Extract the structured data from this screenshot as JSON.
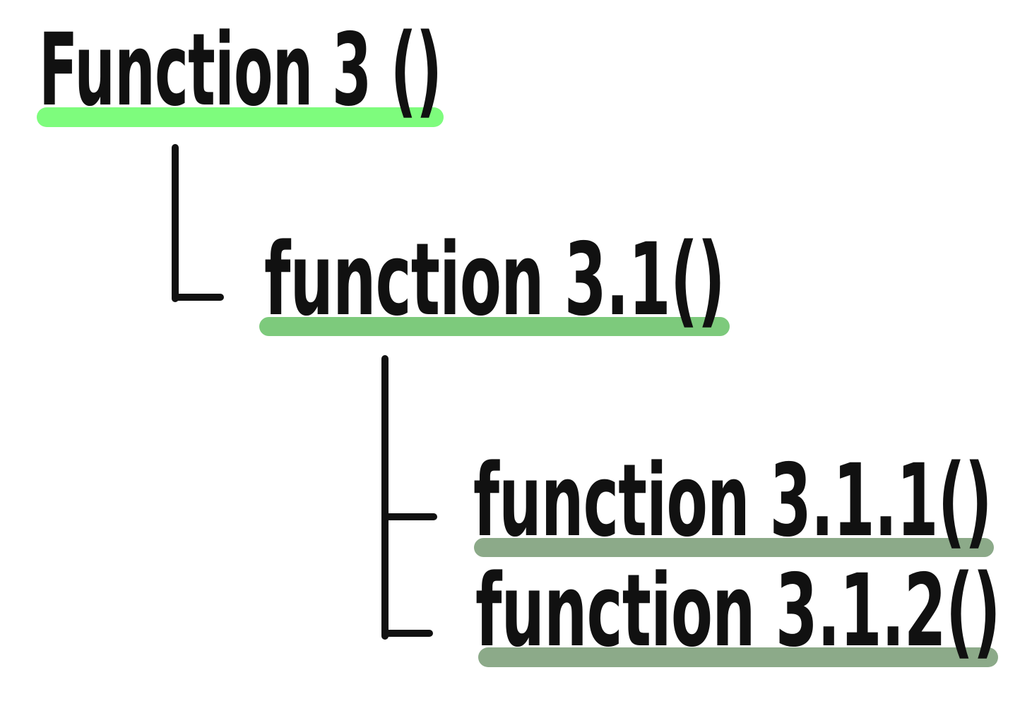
{
  "canvas": {
    "background_color": "#ffffff",
    "ink_color": "#111111"
  },
  "tree": {
    "nodes": [
      {
        "id": "function-3",
        "label": "Function 3 ()",
        "level": 0,
        "parent": null,
        "highlight_color": "#7efc7d"
      },
      {
        "id": "function-3-1",
        "label": "function 3.1()",
        "level": 1,
        "parent": "function-3",
        "highlight_color": "#7dca7c"
      },
      {
        "id": "function-3-1-1",
        "label": "function 3.1.1()",
        "level": 2,
        "parent": "function-3-1",
        "highlight_color": "#8caa89"
      },
      {
        "id": "function-3-1-2",
        "label": "function 3.1.2()",
        "level": 2,
        "parent": "function-3-1",
        "highlight_color": "#8caa89"
      }
    ]
  }
}
